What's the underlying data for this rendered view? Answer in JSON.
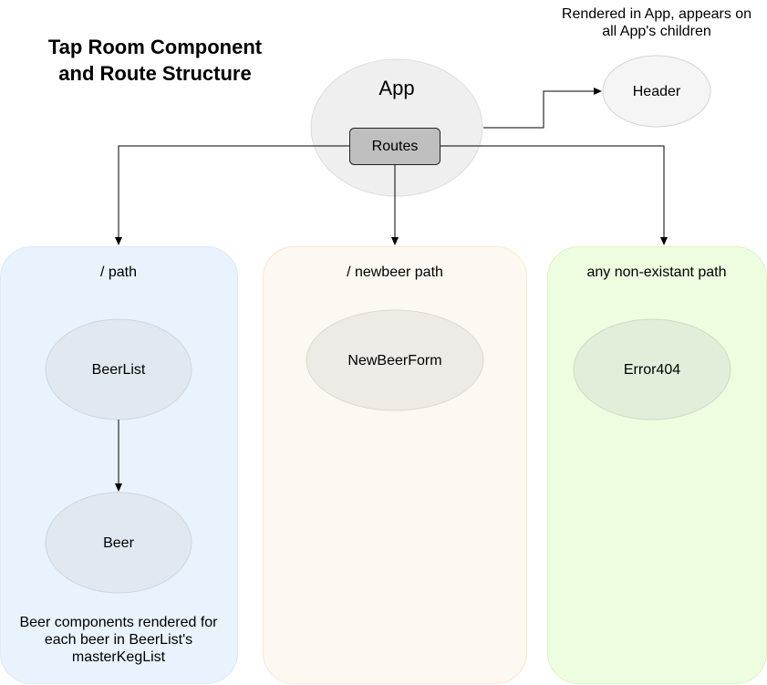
{
  "title": {
    "line1": "Tap Room Component",
    "line2": "and Route Structure"
  },
  "nodes": {
    "app": "App",
    "routes": "Routes",
    "header": "Header",
    "beerlist": "BeerList",
    "beer": "Beer",
    "newbeerform": "NewBeerForm",
    "error404": "Error404"
  },
  "paths": {
    "root": "/ path",
    "newbeer": "/ newbeer path",
    "other": "any non-existant path"
  },
  "notes": {
    "header_line1": "Rendered in App, appears on",
    "header_line2": "all App's children",
    "beer_line1": "Beer components rendered for",
    "beer_line2": "each beer in BeerList's",
    "beer_line3": "masterKegList"
  },
  "colors": {
    "blue_panel_fill": "#e9f3fd",
    "orange_panel_fill": "#fef8f2",
    "green_panel_fill": "#eefde0",
    "app_fill": "#efefef",
    "routes_fill": "#bfbfbf",
    "header_fill": "#f5f5f5"
  }
}
